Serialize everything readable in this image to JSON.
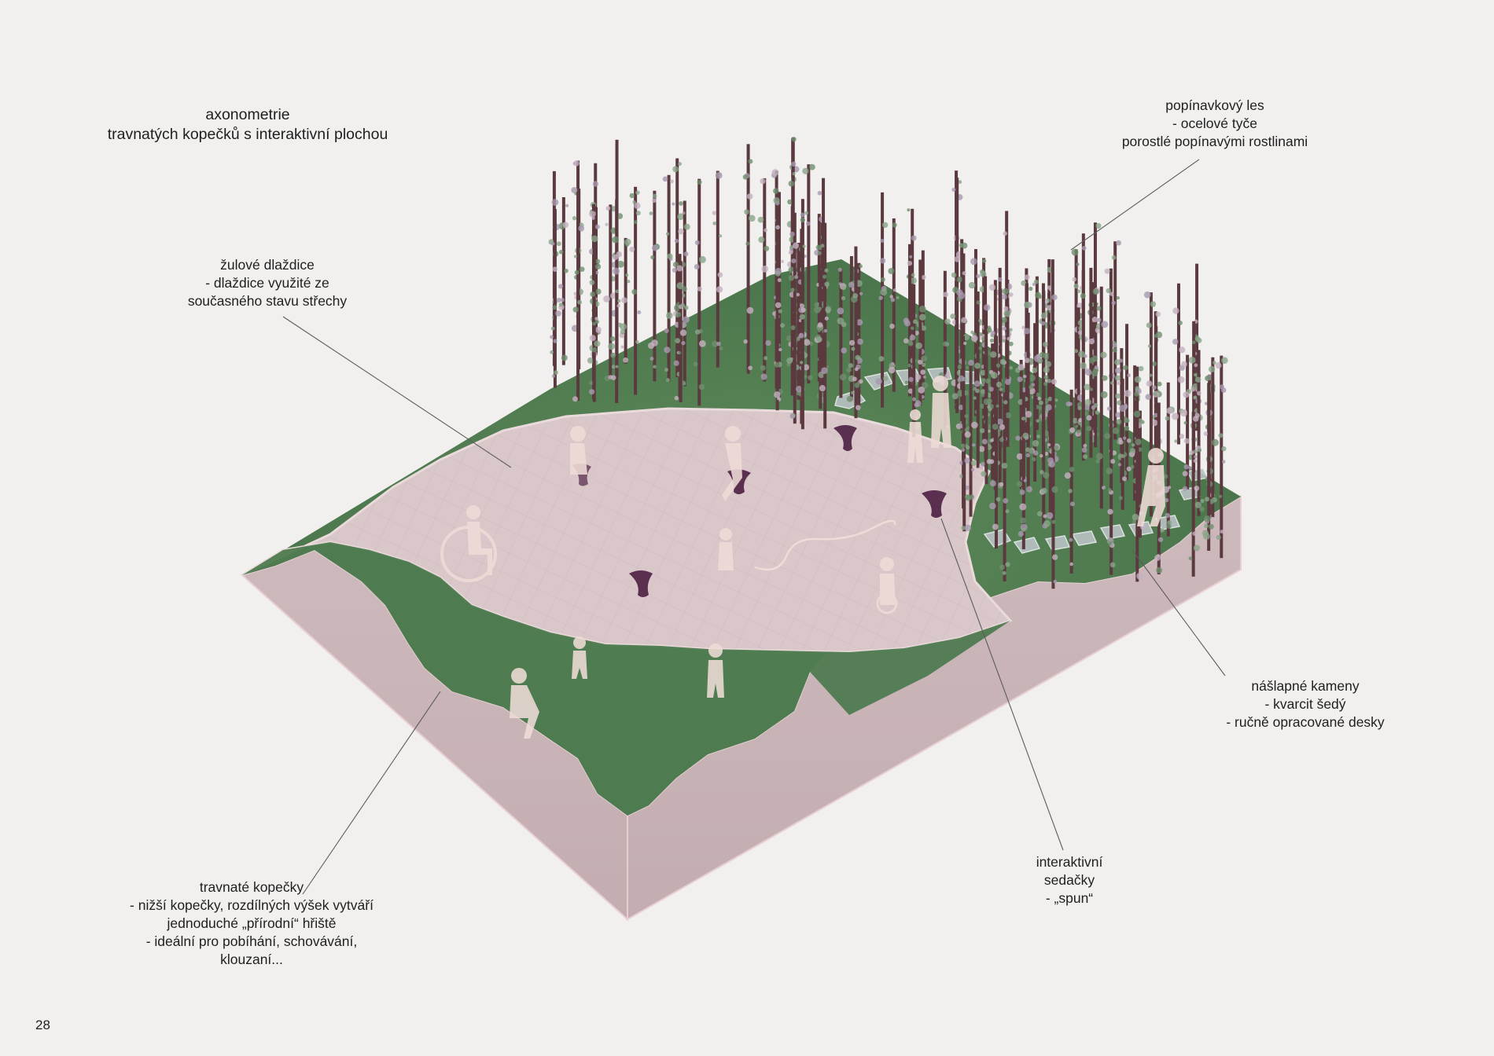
{
  "title": {
    "line1": "axonometrie",
    "line2": "travnatých kopečků s interaktivní plochou"
  },
  "labels": {
    "forest": [
      "popínavkový les",
      "- ocelové tyče",
      "porostlé popínavými rostlinami"
    ],
    "tiles": [
      "žulové dlaždice",
      "- dlaždice využité ze",
      "současného stavu střechy"
    ],
    "stones": [
      "nášlapné kameny",
      "- kvarcit šedý",
      "- ručně opracované desky"
    ],
    "seats": [
      "interaktivní",
      "sedačky",
      "- „spun“"
    ],
    "hills": [
      "travnaté kopečky",
      "- nižší kopečky, rozdílných výšek vytváří",
      "jednoduché „přírodní“ hřiště",
      "- ideální pro pobíhání, schovávání,",
      "klouzaní..."
    ]
  },
  "page_number": "28",
  "colors": {
    "background": "#f1f0ee",
    "block_side": "#c9b4b7",
    "grass": "#4f7a4f",
    "plaza": "#d8c6c8",
    "pole": "#5b3a3f",
    "seat": "#5a2f4f",
    "figure": "#efdcd7",
    "leader_line": "#555555"
  }
}
